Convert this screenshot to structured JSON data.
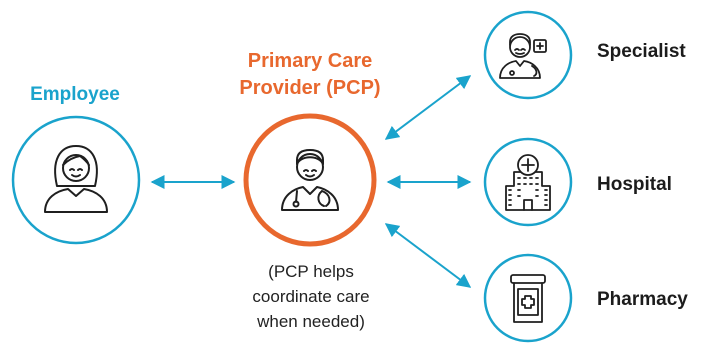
{
  "labels": {
    "employee": "Employee",
    "pcp_line1": "Primary Care",
    "pcp_line2": "Provider (PCP)",
    "specialist": "Specialist",
    "hospital": "Hospital",
    "pharmacy": "Pharmacy"
  },
  "note": {
    "line1": "(PCP helps",
    "line2": "coordinate care",
    "line3": "when needed)"
  },
  "colors": {
    "accent_blue": "#1aa3cc",
    "accent_orange": "#e8682e",
    "text_dark": "#1c1c1c",
    "icon_stroke": "#1f1f1f"
  },
  "icons": {
    "employee": "woman-person-icon",
    "pcp": "doctor-stethoscope-icon",
    "specialist": "doctor-medical-cross-icon",
    "hospital": "hospital-building-icon",
    "pharmacy": "medicine-jar-icon"
  }
}
